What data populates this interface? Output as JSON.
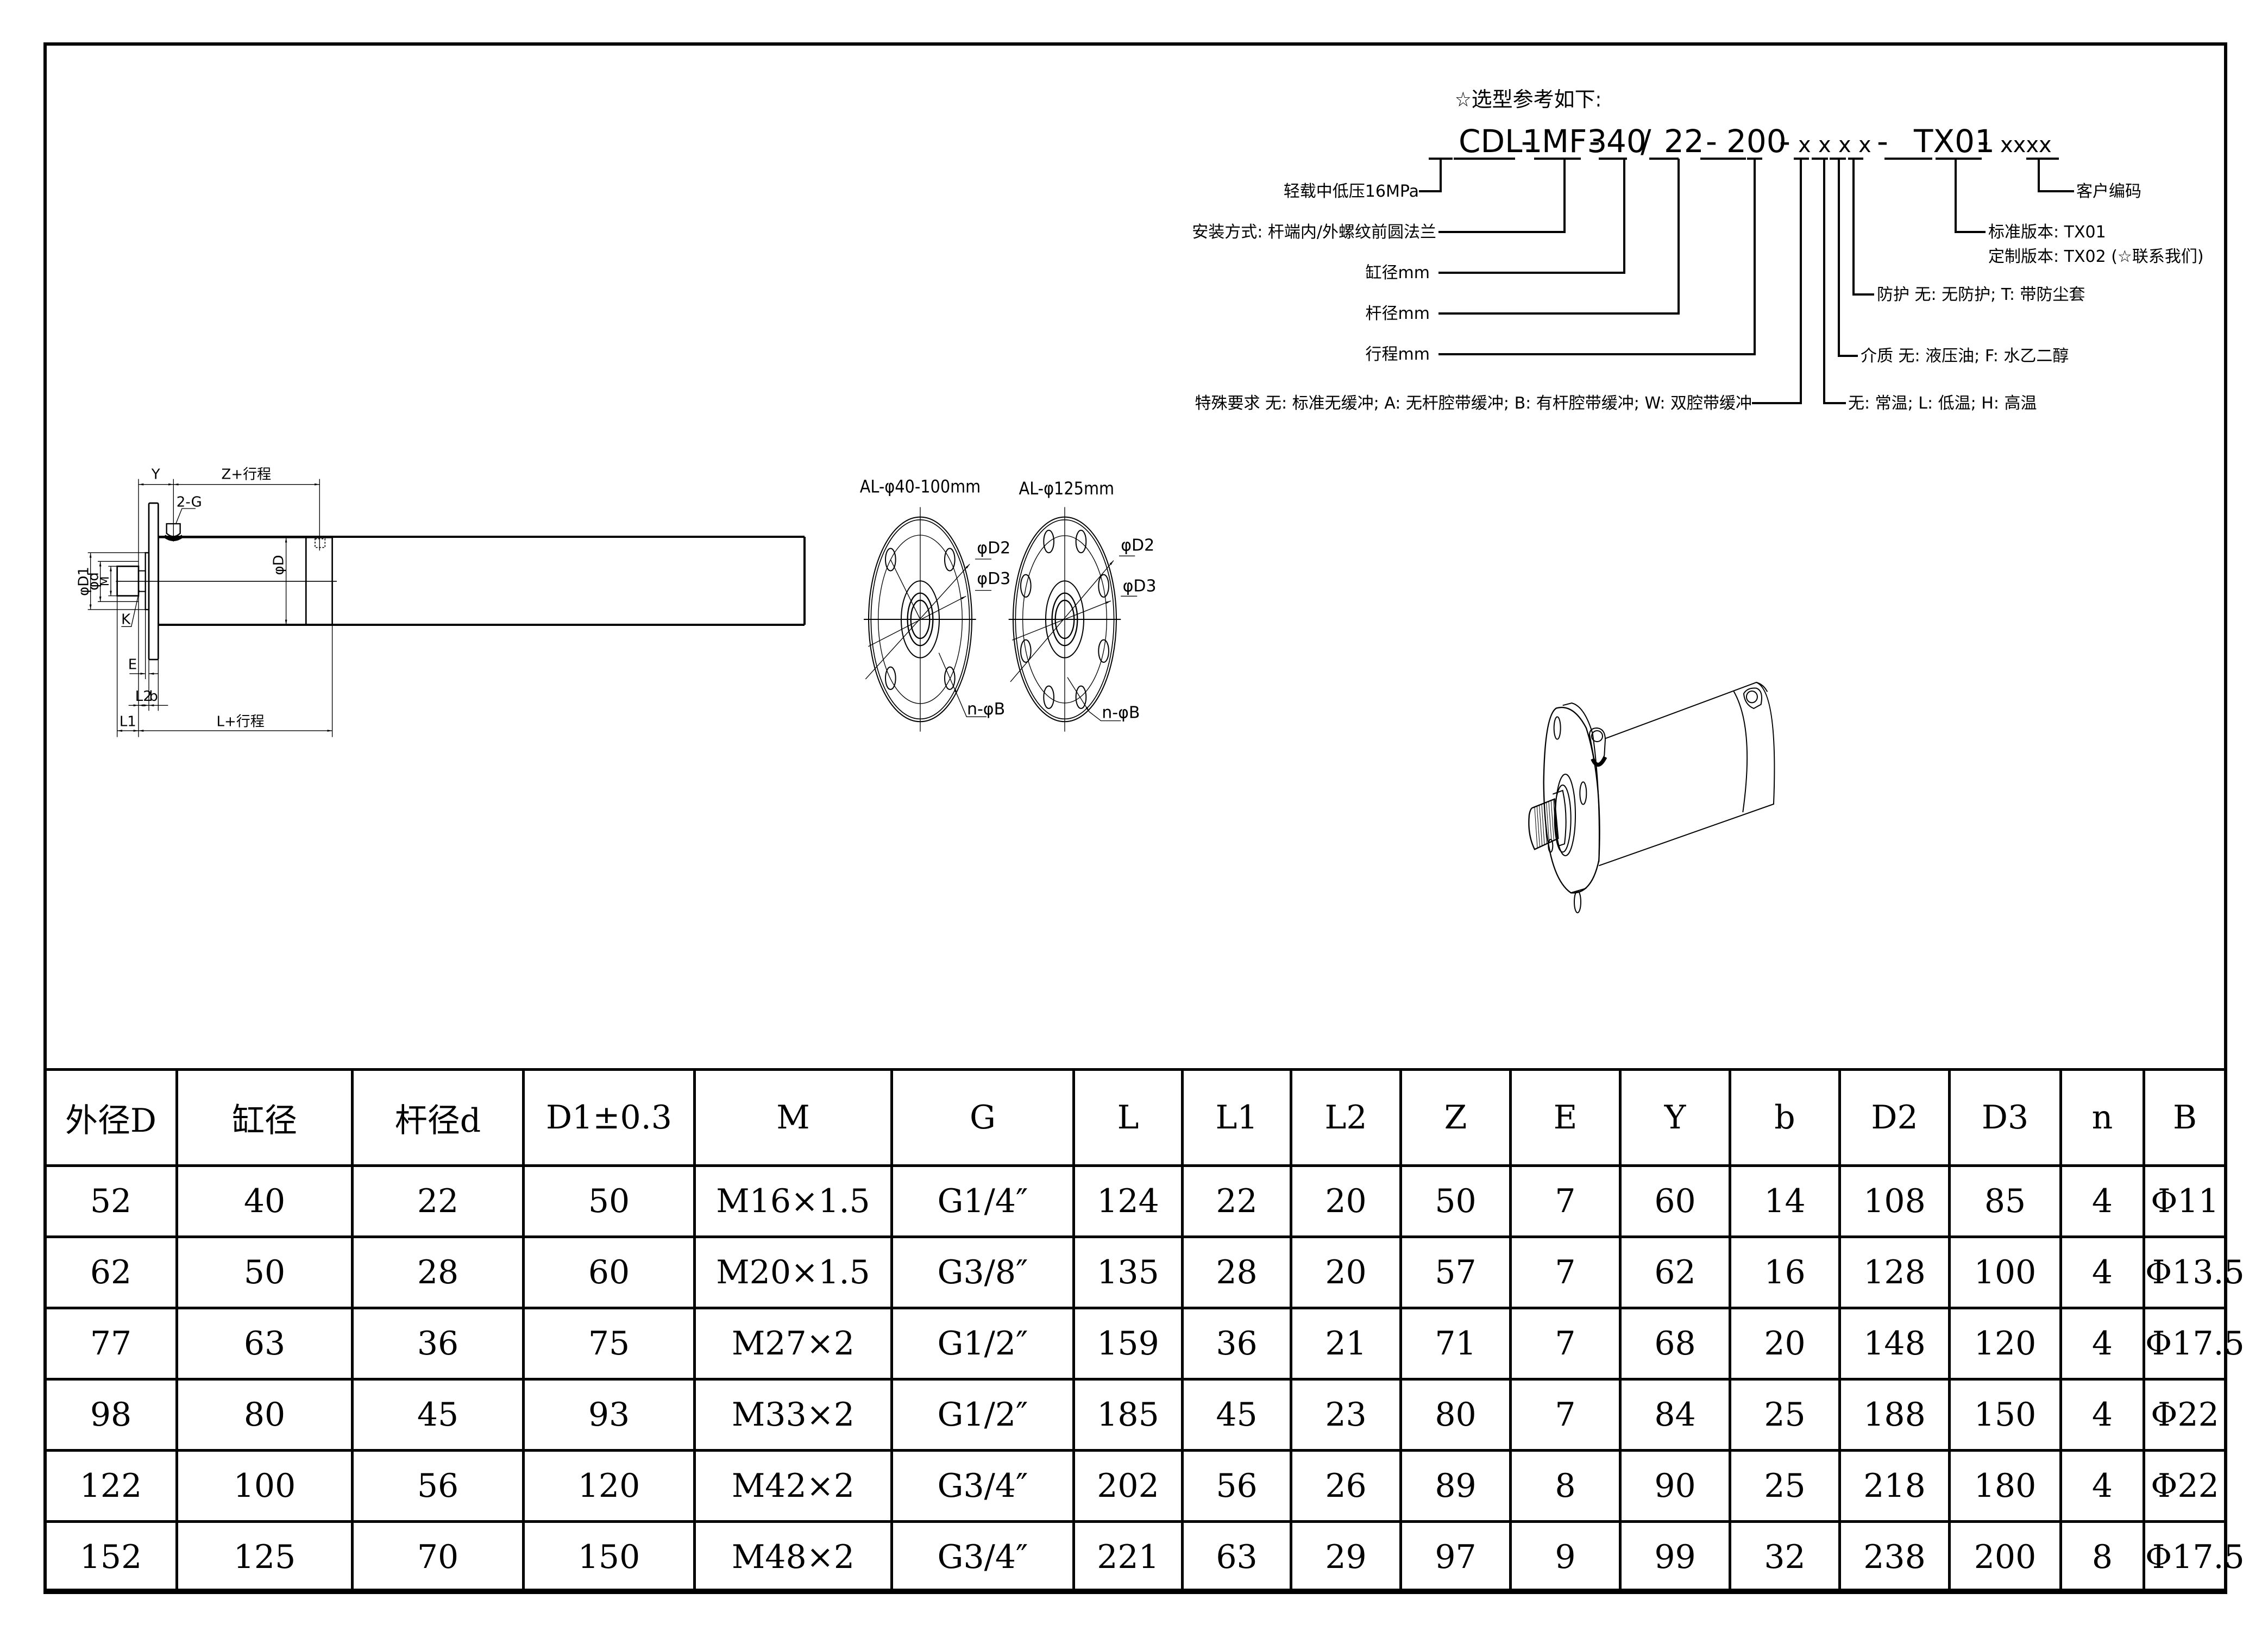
{
  "model_code": {
    "heading": "☆选型参考如下:",
    "segments": [
      "CDL1",
      "-",
      "MF3",
      "-",
      "40",
      "/",
      "22",
      "-",
      "200",
      "-",
      "x",
      "x",
      "x",
      "x",
      "-",
      "TX01",
      "-",
      "xxxx"
    ],
    "labels": {
      "series": "轻载中低压16MPa",
      "mounting": "安装方式: 杆端内/外螺纹前圆法兰",
      "bore": "缸径mm",
      "rod": "杆径mm",
      "stroke": "行程mm",
      "special": "特殊要求 无: 标准无缓冲; A: 无杆腔带缓冲; B: 有杆腔带缓冲; W: 双腔带缓冲",
      "temperature": "无: 常温; L: 低温; H: 高温",
      "medium": "介质 无: 液压油; F: 水乙二醇",
      "protection": "防护 无: 无防护; T: 带防尘套",
      "standard_version": "标准版本: TX01",
      "custom_version": "定制版本: TX02 (☆联系我们)",
      "customer_code": "客户编码"
    }
  },
  "side_view": {
    "dims": {
      "Y": "Y",
      "Z_stroke": "Z+行程",
      "port": "2-G",
      "D": "φD",
      "D1": "φD1",
      "d": "φd",
      "M": "M",
      "K": "K",
      "E": "E",
      "L2": "L2",
      "b": "b",
      "L1": "L1",
      "L_stroke": "L+行程"
    }
  },
  "flange_views": [
    {
      "title": "AL-φ40-100mm",
      "holes": 4,
      "D2": "φD2",
      "D3": "φD3",
      "B": "n-φB"
    },
    {
      "title": "AL-φ125mm",
      "holes": 8,
      "D2": "φD2",
      "D3": "φD3",
      "B": "n-φB"
    }
  ],
  "table": {
    "headers": [
      "外径D",
      "缸径",
      "杆径d",
      "D1±0.3",
      "M",
      "G",
      "L",
      "L1",
      "L2",
      "Z",
      "E",
      "Y",
      "b",
      "D2",
      "D3",
      "n",
      "B"
    ],
    "rows": [
      [
        "52",
        "40",
        "22",
        "50",
        "M16×1.5",
        "G1/4″",
        "124",
        "22",
        "20",
        "50",
        "7",
        "60",
        "14",
        "108",
        "85",
        "4",
        "Φ11"
      ],
      [
        "62",
        "50",
        "28",
        "60",
        "M20×1.5",
        "G3/8″",
        "135",
        "28",
        "20",
        "57",
        "7",
        "62",
        "16",
        "128",
        "100",
        "4",
        "Φ13.5"
      ],
      [
        "77",
        "63",
        "36",
        "75",
        "M27×2",
        "G1/2″",
        "159",
        "36",
        "21",
        "71",
        "7",
        "68",
        "20",
        "148",
        "120",
        "4",
        "Φ17.5"
      ],
      [
        "98",
        "80",
        "45",
        "93",
        "M33×2",
        "G1/2″",
        "185",
        "45",
        "23",
        "80",
        "7",
        "84",
        "25",
        "188",
        "150",
        "4",
        "Φ22"
      ],
      [
        "122",
        "100",
        "56",
        "120",
        "M42×2",
        "G3/4″",
        "202",
        "56",
        "26",
        "89",
        "8",
        "90",
        "25",
        "218",
        "180",
        "4",
        "Φ22"
      ],
      [
        "152",
        "125",
        "70",
        "150",
        "M48×2",
        "G3/4″",
        "221",
        "63",
        "29",
        "97",
        "9",
        "99",
        "32",
        "238",
        "200",
        "8",
        "Φ17.5"
      ]
    ]
  }
}
